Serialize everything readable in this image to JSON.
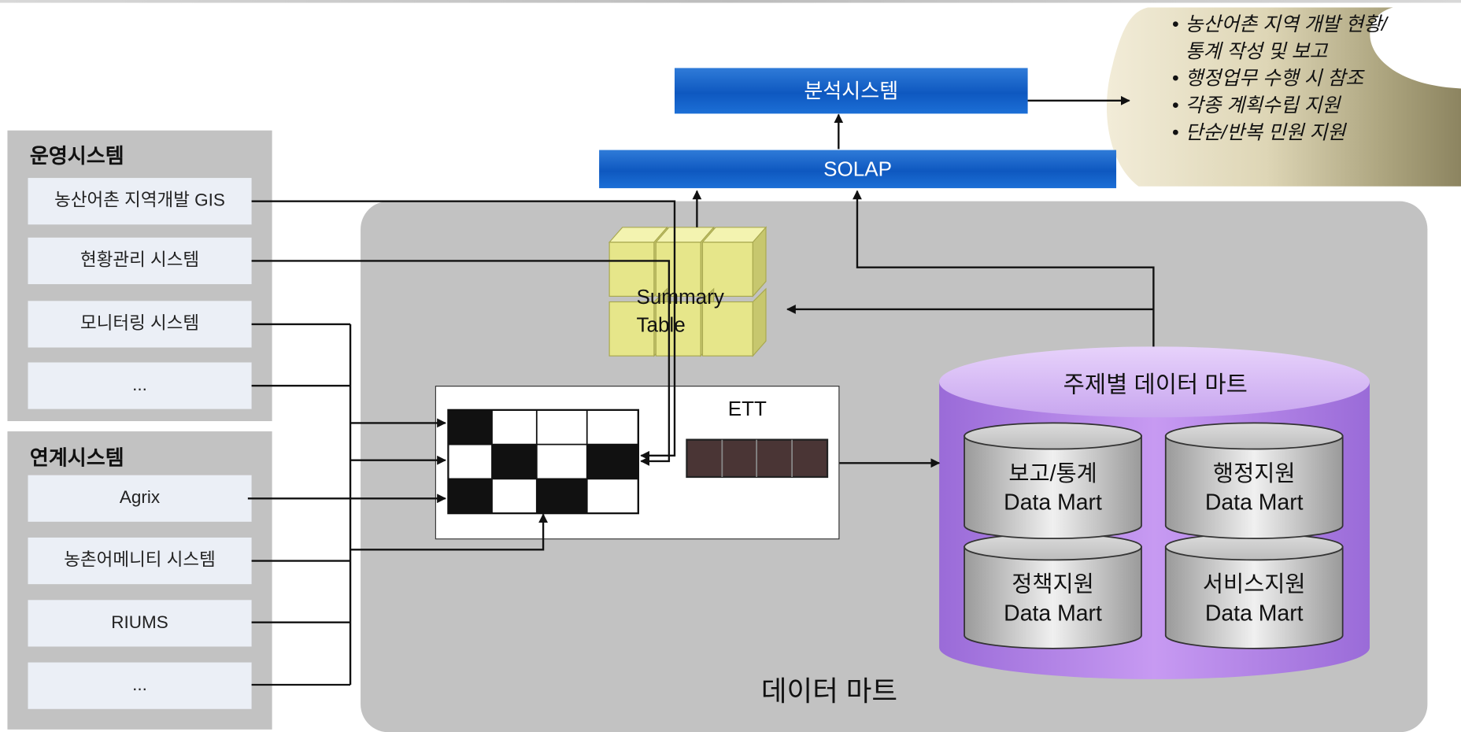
{
  "analysis_system": {
    "label": "분석시스템"
  },
  "solap": {
    "label": "SOLAP"
  },
  "outcomes": {
    "items": [
      "농산어촌 지역 개발 현황/통계 작성 및 보고",
      "행정업무 수행 시 참조",
      "각종 계획수립 지원",
      "단순/반복 민원 지원"
    ]
  },
  "operational": {
    "title": "운영시스템",
    "items": [
      "농산어촌 지역개발 GIS",
      "현황관리 시스템",
      "모니터링 시스템",
      "..."
    ]
  },
  "linked": {
    "title": "연계시스템",
    "items": [
      "Agrix",
      "농촌어메니티 시스템",
      "RIUMS",
      "..."
    ]
  },
  "summary_table": {
    "line1": "Summary",
    "line2": "Table"
  },
  "ett": {
    "label": "ETT"
  },
  "subject_mart": {
    "title": "주제별 데이터 마트",
    "marts": [
      {
        "line1": "보고/통계",
        "line2": "Data Mart"
      },
      {
        "line1": "행정지원",
        "line2": "Data Mart"
      },
      {
        "line1": "정책지원",
        "line2": "Data Mart"
      },
      {
        "line1": "서비스지원",
        "line2": "Data Mart"
      }
    ]
  },
  "data_mart_area": {
    "label": "데이터 마트"
  },
  "colors": {
    "panel_gray": "#c2c2c2",
    "system_box": "#ebeff6",
    "blue_bar": "#0e58c0",
    "purple_cylinder": "#a77ee0",
    "gold_bubble": "#8c8460",
    "yellow_cube": "#e6e68a",
    "ett_cell": "#4a3535"
  }
}
